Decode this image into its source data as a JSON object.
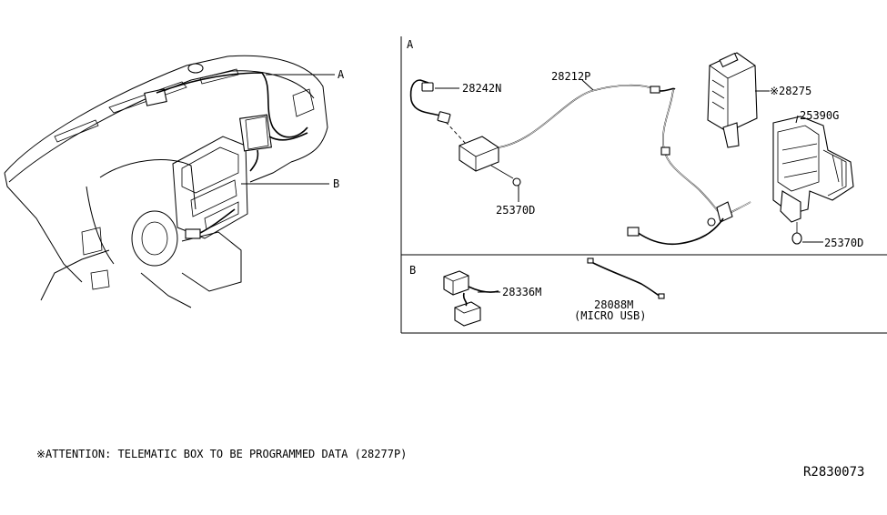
{
  "callouts": {
    "a": "A",
    "b": "B"
  },
  "sections": {
    "a_label": "A",
    "b_label": "B"
  },
  "parts": {
    "p28242N": "28242N",
    "p28212P": "28212P",
    "p28275": "※28275",
    "p25390G": "25390G",
    "p25370D_left": "25370D",
    "p25370D_right": "25370D",
    "p28336M": "28336M",
    "p28088M": "28088M",
    "micro_usb": "(MICRO USB)"
  },
  "footer": {
    "attention": "※ATTENTION: TELEMATIC BOX TO BE PROGRAMMED DATA (28277P)",
    "diagram_id": "R2830073"
  }
}
